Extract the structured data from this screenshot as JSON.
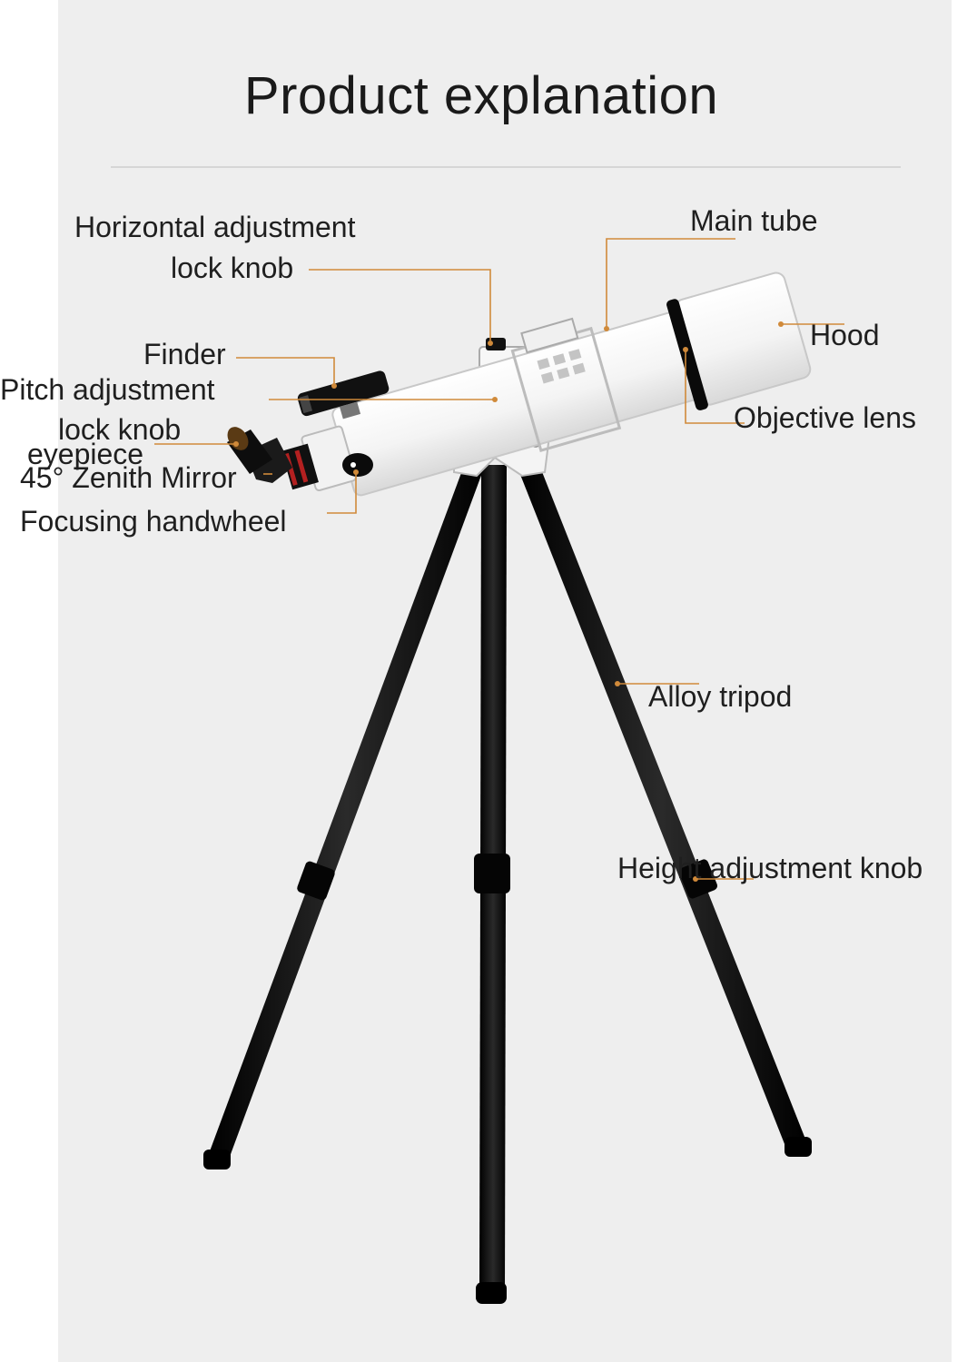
{
  "title": "Product explanation",
  "colors": {
    "background": "#eeeeee",
    "leader_line": "#d08a3a",
    "tube": "#fafafa",
    "leg": "#111111"
  },
  "labels": {
    "horizontal_lock_line1": "Horizontal adjustment",
    "horizontal_lock_line2": "lock knob",
    "main_tube": "Main tube",
    "hood": "Hood",
    "finder": "Finder",
    "pitch_lock_line1": "Pitch adjustment",
    "pitch_lock_line2": "lock knob",
    "objective_lens": "Objective lens",
    "eyepiece": "eyepiece",
    "zenith_mirror": "45° Zenith Mirror",
    "focusing_handwheel": "Focusing handwheel",
    "alloy_tripod": "Alloy tripod",
    "height_knob": "Height adjustment knob"
  }
}
